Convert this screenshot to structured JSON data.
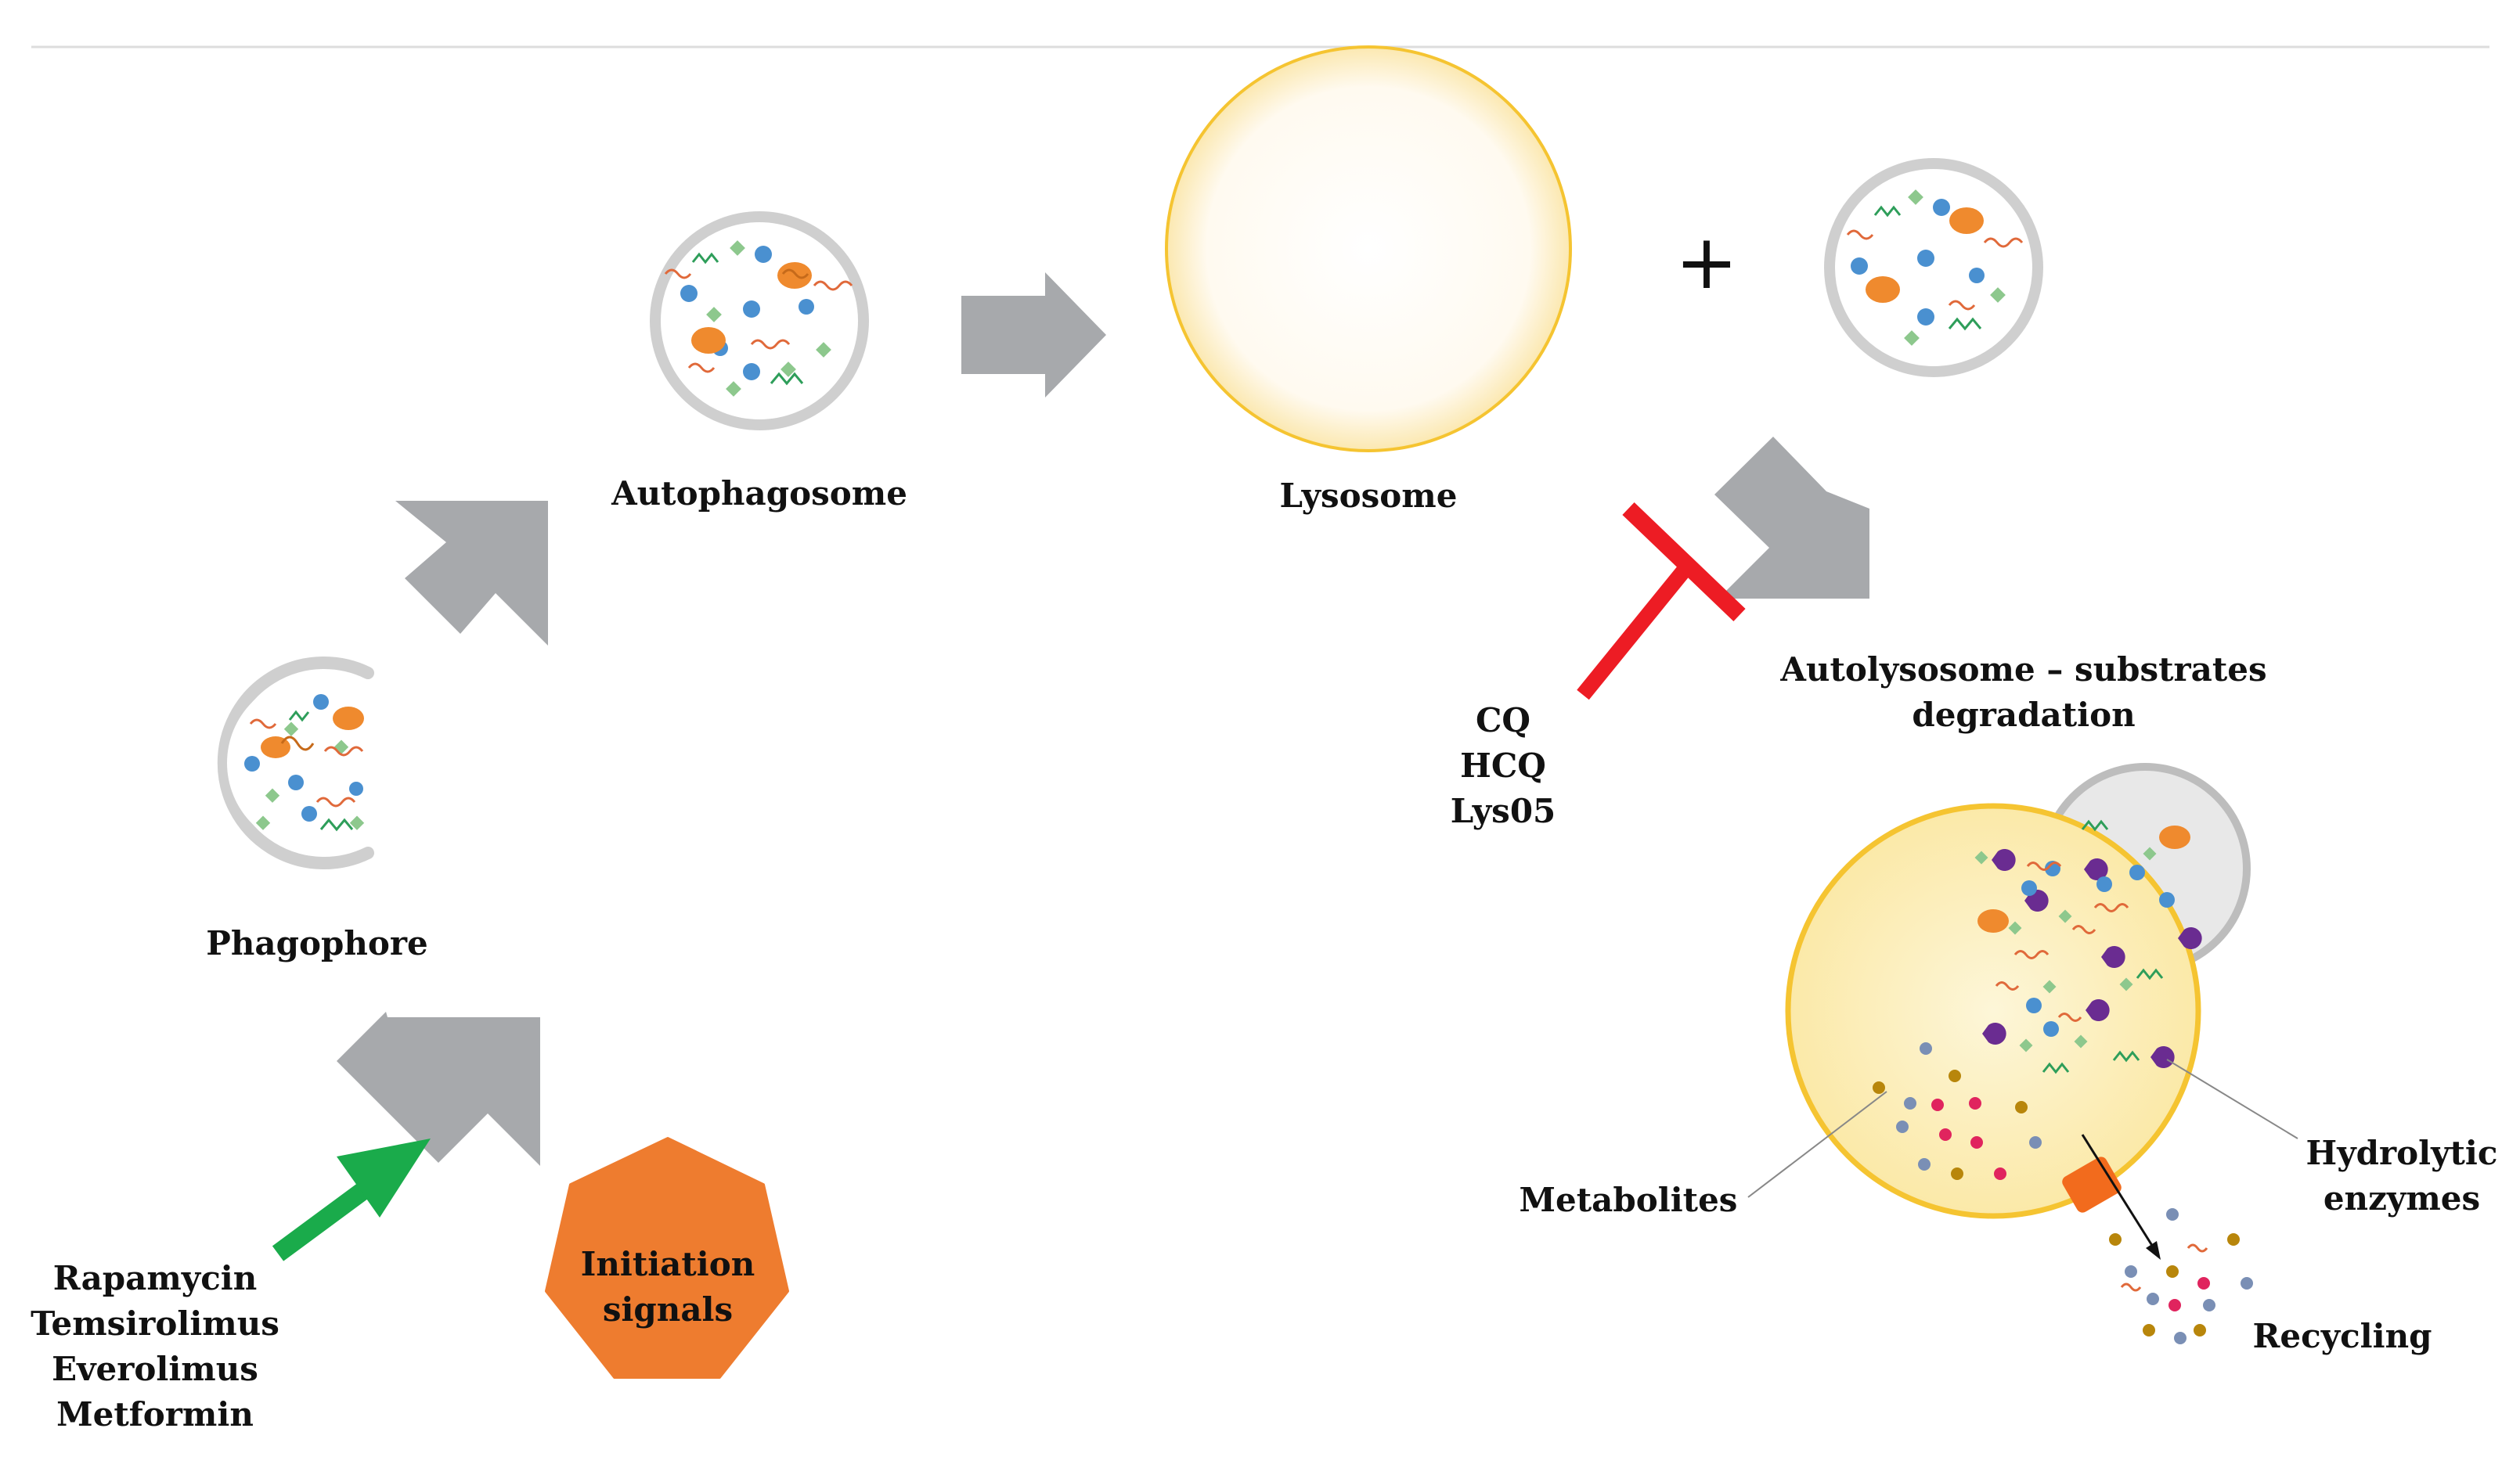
{
  "labels": {
    "phagophore": "Phagophore",
    "autophagosome": "Autophagosome",
    "lysosome": "Lysosome",
    "plus": "+",
    "autolysosome_line1": "Autolysosome – substrates",
    "autolysosome_line2": "degradation",
    "initiation_line1": "Initiation",
    "initiation_line2": "signals",
    "metabolites": "Metabolites",
    "hydrolytic_line1": "Hydrolytic",
    "hydrolytic_line2": "enzymes",
    "recycling": "Recycling"
  },
  "activators": [
    "Rapamycin",
    "Temsirolimus",
    "Everolimus",
    "Metformin"
  ],
  "inhibitors": [
    "CQ",
    "HCQ",
    "Lys05"
  ],
  "colors": {
    "arrow": "#a7a9ac",
    "activator_arrow": "#1aab4b",
    "inhibitor_bar": "#ed1c24",
    "initiation_fill": "#ee7c2f",
    "lysosome_edge": "#f5c431",
    "lysosome_fill": "#fdf3c8",
    "membrane": "#cfcfcf",
    "dot_blue": "#4a90d0",
    "dot_green": "#8dc88d",
    "enzyme": "#6a2c91",
    "mitochondrion": "#ef8a2e",
    "transporter": "#f26b1d",
    "metabolite_gold": "#b8860b",
    "metabolite_red": "#e0245e",
    "metabolite_grey": "#7a8fb5"
  }
}
